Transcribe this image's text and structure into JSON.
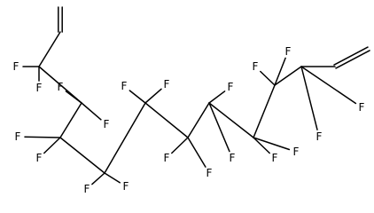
{
  "molecule": {
    "atoms": [
      {
        "el": "C"
      },
      {
        "el": "C"
      },
      {
        "el": "C"
      },
      {
        "el": "C"
      },
      {
        "el": "C"
      },
      {
        "el": "C"
      },
      {
        "el": "C"
      },
      {
        "el": "C"
      },
      {
        "el": "C"
      },
      {
        "el": "C"
      },
      {
        "el": "C"
      },
      {
        "el": "C"
      },
      {
        "el": "C"
      },
      {
        "el": "C"
      },
      {
        "el": "F"
      },
      {
        "el": "F"
      },
      {
        "el": "F"
      },
      {
        "el": "F"
      },
      {
        "el": "F"
      },
      {
        "el": "F"
      },
      {
        "el": "F"
      },
      {
        "el": "F"
      },
      {
        "el": "F"
      },
      {
        "el": "F"
      },
      {
        "el": "F"
      },
      {
        "el": "F"
      },
      {
        "el": "F"
      },
      {
        "el": "F"
      },
      {
        "el": "F"
      },
      {
        "el": "F"
      },
      {
        "el": "F"
      },
      {
        "el": "F"
      },
      {
        "el": "F"
      },
      {
        "el": "F"
      }
    ],
    "bonds": [
      {
        "a": 0,
        "b": 1,
        "order": 2
      },
      {
        "a": 1,
        "b": 2,
        "order": 1
      },
      {
        "a": 2,
        "b": 3,
        "order": 1
      },
      {
        "a": 3,
        "b": 4,
        "order": 1
      },
      {
        "a": 4,
        "b": 5,
        "order": 1
      },
      {
        "a": 5,
        "b": 6,
        "order": 1
      },
      {
        "a": 6,
        "b": 7,
        "order": 1
      },
      {
        "a": 7,
        "b": 8,
        "order": 1
      },
      {
        "a": 8,
        "b": 9,
        "order": 1
      },
      {
        "a": 9,
        "b": 10,
        "order": 1
      },
      {
        "a": 10,
        "b": 11,
        "order": 1
      },
      {
        "a": 11,
        "b": 12,
        "order": 1
      },
      {
        "a": 12,
        "b": 13,
        "order": 2
      },
      {
        "a": 2,
        "b": 14,
        "order": 1
      },
      {
        "a": 2,
        "b": 15,
        "order": 1
      },
      {
        "a": 3,
        "b": 16,
        "order": 1
      },
      {
        "a": 3,
        "b": 17,
        "order": 1
      },
      {
        "a": 4,
        "b": 18,
        "order": 1
      },
      {
        "a": 4,
        "b": 19,
        "order": 1
      },
      {
        "a": 5,
        "b": 20,
        "order": 1
      },
      {
        "a": 5,
        "b": 21,
        "order": 1
      },
      {
        "a": 6,
        "b": 22,
        "order": 1
      },
      {
        "a": 6,
        "b": 23,
        "order": 1
      },
      {
        "a": 7,
        "b": 24,
        "order": 1
      },
      {
        "a": 7,
        "b": 25,
        "order": 1
      },
      {
        "a": 8,
        "b": 26,
        "order": 1
      },
      {
        "a": 8,
        "b": 27,
        "order": 1
      },
      {
        "a": 9,
        "b": 28,
        "order": 1
      },
      {
        "a": 9,
        "b": 29,
        "order": 1
      },
      {
        "a": 10,
        "b": 30,
        "order": 1
      },
      {
        "a": 10,
        "b": 31,
        "order": 1
      },
      {
        "a": 11,
        "b": 32,
        "order": 1
      },
      {
        "a": 11,
        "b": 33,
        "order": 1
      }
    ]
  }
}
